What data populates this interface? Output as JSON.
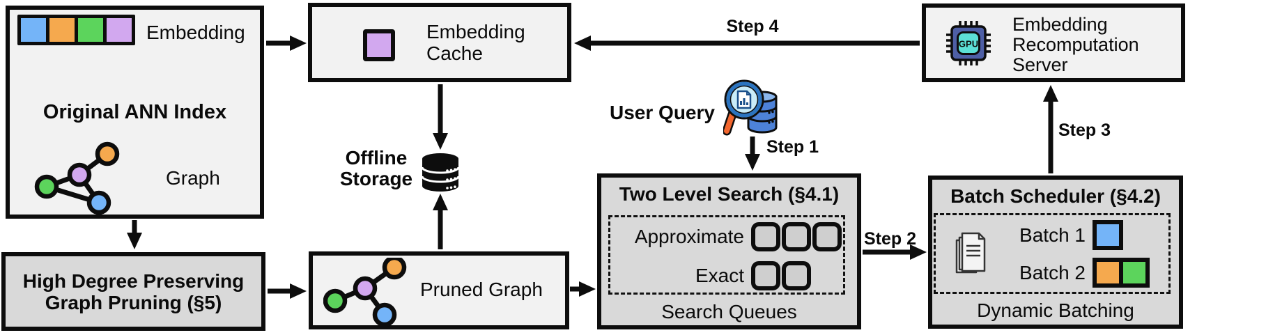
{
  "boxes": {
    "original_ann_index": {
      "title": "Original ANN Index",
      "embedding_label": "Embedding",
      "graph_label": "Graph"
    },
    "embedding_cache": {
      "label": "Embedding Cache"
    },
    "offline_storage": {
      "label": "Offline Storage"
    },
    "user_query": {
      "label": "User Query"
    },
    "two_level_search": {
      "title": "Two Level Search (§4.1)",
      "row_approximate": "Approximate",
      "row_exact": "Exact",
      "caption": "Search Queues",
      "approximate_queue_count": 3,
      "exact_queue_count": 2
    },
    "batch_scheduler": {
      "title": "Batch Scheduler (§4.2)",
      "batch1_label": "Batch 1",
      "batch2_label": "Batch 2",
      "caption": "Dynamic Batching"
    },
    "recomputation_server": {
      "label": "Embedding Recomputation Server",
      "gpu_icon_label": "GPU"
    },
    "high_degree_pruning": {
      "title": "High Degree Preserving Graph Pruning (§5)"
    },
    "pruned_graph": {
      "label": "Pruned Graph"
    }
  },
  "arrows": {
    "step1": "Step 1",
    "step2": "Step 2",
    "step3": "Step 3",
    "step4": "Step 4"
  },
  "palette": {
    "node_blue": "#74b4f8",
    "node_orange": "#f5a94e",
    "node_green": "#5cd45c",
    "node_purple": "#d2a8ef",
    "box_light": "#f2f2f2",
    "box_dark": "#d9d9d9",
    "gpu_body": "#4e5fa6",
    "gpu_core": "#5ce0d6",
    "magnifier_handle": "#f2662e",
    "query_db_blue": "#4d82d8",
    "line_black": "#0d0d0d"
  }
}
